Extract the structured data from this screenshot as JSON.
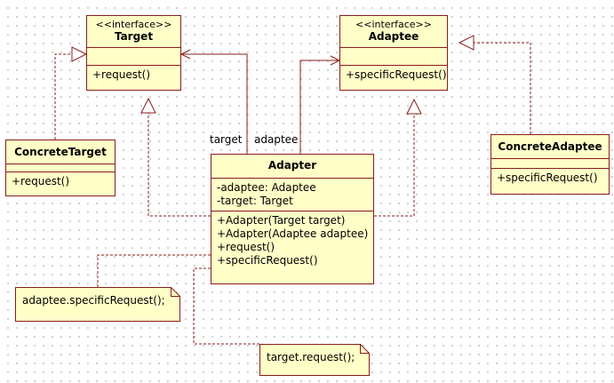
{
  "colors": {
    "border": "#8a1c1c",
    "fill": "#ffffc8"
  },
  "target": {
    "stereotype": "<<interface>>",
    "name": "Target",
    "op": "+request()"
  },
  "adaptee": {
    "stereotype": "<<interface>>",
    "name": "Adaptee",
    "op": "+specificRequest()"
  },
  "concrete_target": {
    "name": "ConcreteTarget",
    "op": "+request()"
  },
  "concrete_adaptee": {
    "name": "ConcreteAdaptee",
    "op": "+specificRequest()"
  },
  "adapter": {
    "name": "Adapter",
    "attrs": [
      "-adaptee: Adaptee",
      "-target: Target"
    ],
    "ops": [
      "+Adapter(Target target)",
      "+Adapter(Adaptee adaptee)",
      "+request()",
      "+specificRequest()"
    ]
  },
  "roles": {
    "target": "target",
    "adaptee": "adaptee"
  },
  "notes": {
    "adaptee_call": "adaptee.specificRequest();",
    "target_call": "target.request();"
  }
}
